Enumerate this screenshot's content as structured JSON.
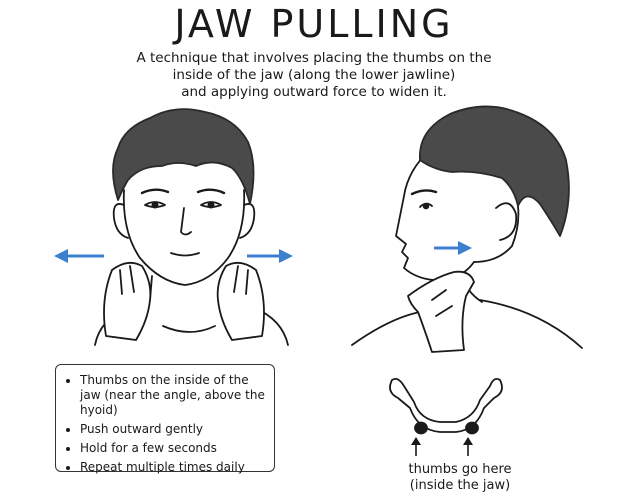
{
  "title": "JAW PULLING",
  "subtitle_lines": [
    "A technique that involves placing the thumbs on the",
    "inside of the jaw (along the lower jawline)",
    "and applying outward force to widen it."
  ],
  "tips": [
    "Thumbs on the inside of the jaw (near the angle, above the hyoid)",
    "Push outward gently",
    "Hold for a few seconds",
    "Repeat multiple times daily"
  ],
  "caption_lines": [
    "thumbs go here",
    "(inside the jaw)"
  ],
  "colors": {
    "arrow": "#3b7fd1",
    "ink": "#1a1a1a",
    "hair": "#3a3a3a"
  },
  "icons": [
    "left-arrow-icon",
    "right-arrow-icon",
    "up-arrow-icon"
  ]
}
